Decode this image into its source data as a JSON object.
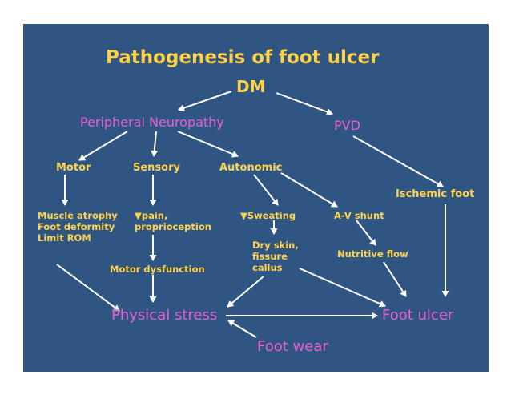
{
  "slide": {
    "title": "Pathogenesis of foot ulcer",
    "dm": "DM",
    "peripheral_neuropathy": "Peripheral Neuropathy",
    "pvd": "PVD",
    "motor": "Motor",
    "sensory": "Sensory",
    "autonomic": "Autonomic",
    "ischemic_foot": "Ischemic foot",
    "muscle_atrophy": "Muscle atrophy",
    "foot_deformity": "Foot deformity",
    "limit_rom": "Limit ROM",
    "pain": "▼pain,",
    "proprioception": "proprioception",
    "sweating": "▼Sweating",
    "av_shunt": "A-V shunt",
    "dry_skin": "Dry skin,",
    "fissure": "fissure",
    "callus": "callus",
    "nutritive_flow": "Nutritive flow",
    "motor_dysfunction": "Motor dysfunction",
    "physical_stress": "Physical stress",
    "foot_ulcer": "Foot ulcer",
    "foot_wear": "Foot wear"
  },
  "colors": {
    "background": "#2f5583",
    "yellow": "#ffd24a",
    "magenta": "#e85fd0",
    "arrow": "#ffffff"
  }
}
